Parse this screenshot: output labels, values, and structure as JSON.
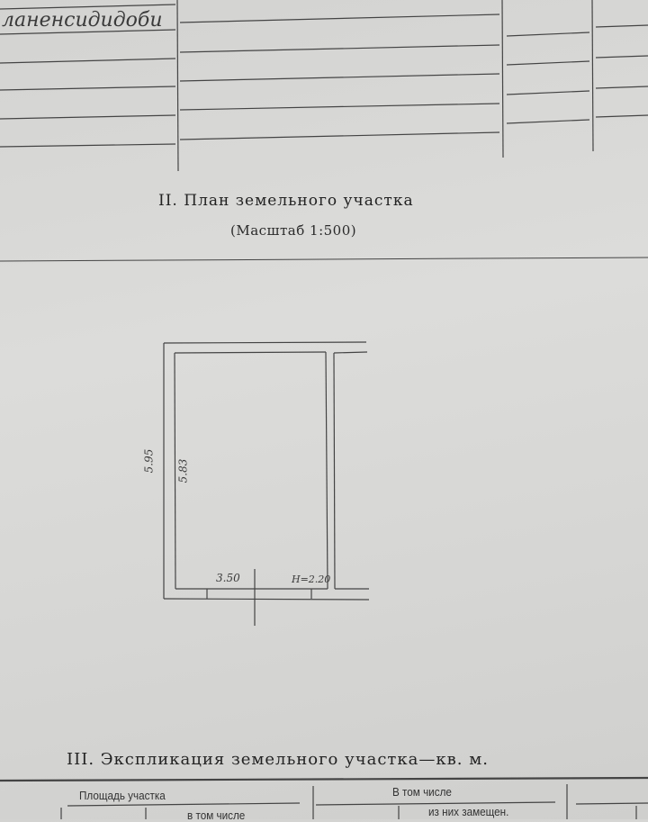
{
  "top_table": {
    "handwritten_entry": "ланенсидидоби"
  },
  "section2": {
    "title": "II. План земельного участка",
    "scale": "(Масштаб 1:500)"
  },
  "plan": {
    "dim_outer_left": "5.95",
    "dim_inner_left": "5.83",
    "dim_bottom": "3.50",
    "height_label": "H=2.20"
  },
  "section3": {
    "title": "III. Экспликация земельного участка—кв. м.",
    "col_area": "Площадь участка",
    "col_including": "В том числе",
    "sub_including": "в том числе",
    "sub_of_them": "из них замещен."
  }
}
